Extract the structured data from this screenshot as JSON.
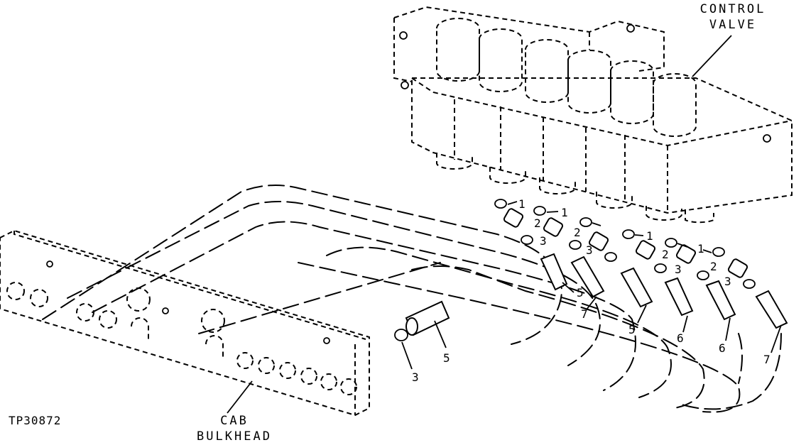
{
  "figure": {
    "id_code": "TP30872",
    "control_valve_label": [
      "CONTROL",
      "VALVE"
    ],
    "cab_bulkhead_label": [
      "CAB",
      "BULKHEAD"
    ]
  },
  "callouts": {
    "c1a": "1",
    "c2a": "2",
    "c3a": "3",
    "c1b": "1",
    "c2b": "2",
    "c3b": "3",
    "c1c": "1",
    "c2c": "2",
    "c3c": "3",
    "c1d": "1",
    "c2d": "2",
    "c3d": "3",
    "c5a": "5",
    "c7a": "7",
    "c5b": "5",
    "c6a": "6",
    "c6b": "6",
    "c7b": "7",
    "c3e": "3",
    "c5c": "5"
  }
}
